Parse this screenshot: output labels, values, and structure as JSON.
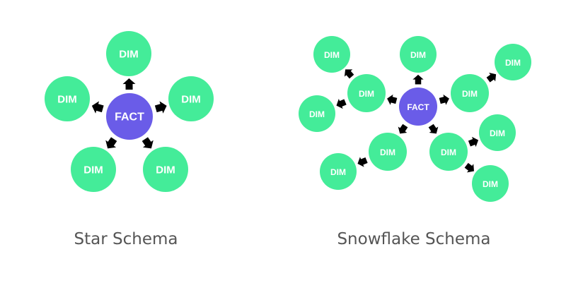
{
  "colors": {
    "fact": "#6A5CE8",
    "dim": "#44EC99",
    "arrow": "#000000"
  },
  "star": {
    "title": "Star Schema",
    "nodes": [
      {
        "id": "fact",
        "label": "FACT",
        "type": "fact"
      },
      {
        "id": "d1",
        "label": "DIM",
        "type": "dim"
      },
      {
        "id": "d2",
        "label": "DIM",
        "type": "dim"
      },
      {
        "id": "d3",
        "label": "DIM",
        "type": "dim"
      },
      {
        "id": "d4",
        "label": "DIM",
        "type": "dim"
      },
      {
        "id": "d5",
        "label": "DIM",
        "type": "dim"
      }
    ],
    "edges": [
      [
        "fact",
        "d1"
      ],
      [
        "fact",
        "d2"
      ],
      [
        "fact",
        "d3"
      ],
      [
        "fact",
        "d4"
      ],
      [
        "fact",
        "d5"
      ]
    ]
  },
  "snowflake": {
    "title": "Snowflake Schema",
    "nodes": [
      {
        "id": "fact",
        "label": "FACT",
        "type": "fact"
      },
      {
        "id": "top",
        "label": "DIM",
        "type": "dim"
      },
      {
        "id": "ul",
        "label": "DIM",
        "type": "dim"
      },
      {
        "id": "ul_a",
        "label": "DIM",
        "type": "dim"
      },
      {
        "id": "ul_b",
        "label": "DIM",
        "type": "dim"
      },
      {
        "id": "ur",
        "label": "DIM",
        "type": "dim"
      },
      {
        "id": "ur_a",
        "label": "DIM",
        "type": "dim"
      },
      {
        "id": "ll",
        "label": "DIM",
        "type": "dim"
      },
      {
        "id": "ll_a",
        "label": "DIM",
        "type": "dim"
      },
      {
        "id": "lr",
        "label": "DIM",
        "type": "dim"
      },
      {
        "id": "lr_a",
        "label": "DIM",
        "type": "dim"
      },
      {
        "id": "lr_b",
        "label": "DIM",
        "type": "dim"
      }
    ],
    "edges": [
      [
        "fact",
        "top"
      ],
      [
        "fact",
        "ul"
      ],
      [
        "ul",
        "ul_a"
      ],
      [
        "ul",
        "ul_b"
      ],
      [
        "fact",
        "ur"
      ],
      [
        "ur",
        "ur_a"
      ],
      [
        "fact",
        "ll"
      ],
      [
        "ll",
        "ll_a"
      ],
      [
        "fact",
        "lr"
      ],
      [
        "lr",
        "lr_a"
      ],
      [
        "lr",
        "lr_b"
      ]
    ]
  }
}
